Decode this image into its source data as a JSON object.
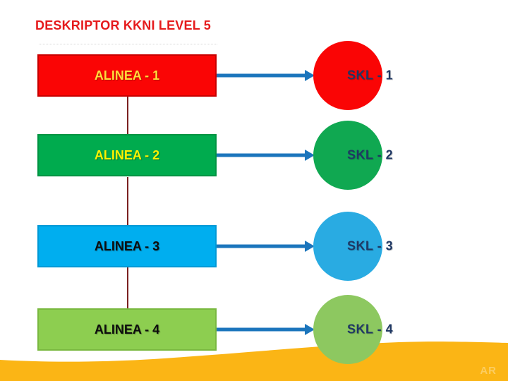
{
  "title": "DESKRIPTOR KKNI LEVEL 5",
  "rows": [
    {
      "box_label": "ALINEA - 1",
      "circle_label": "SKL - 1",
      "box_color": "#FA0505",
      "box_border_color": "#C90000",
      "box_text_color": "#FFDC3C",
      "circle_color": "#FA0505"
    },
    {
      "box_label": "ALINEA - 2",
      "circle_label": "SKL - 2",
      "box_color": "#00AB4E",
      "box_border_color": "#009443",
      "box_text_color": "#FFF200",
      "circle_color": "#10A851"
    },
    {
      "box_label": "ALINEA - 3",
      "circle_label": "SKL - 3",
      "box_color": "#00AEEF",
      "box_border_color": "#0099D6",
      "box_text_color": "#0d0d0d",
      "circle_color": "#29ABE2"
    },
    {
      "box_label": "ALINEA - 4",
      "circle_label": "SKL - 4",
      "box_color": "#8DCE50",
      "box_border_color": "#79B83F",
      "box_text_color": "#0d0d0d",
      "circle_color": "#8DC860"
    }
  ],
  "colors": {
    "title": "#E51A1C",
    "arrow": "#1B75BC",
    "connector": "#7B2020",
    "skl_text": "#1F3864",
    "wave": "#FBB515"
  },
  "watermark": "AR"
}
